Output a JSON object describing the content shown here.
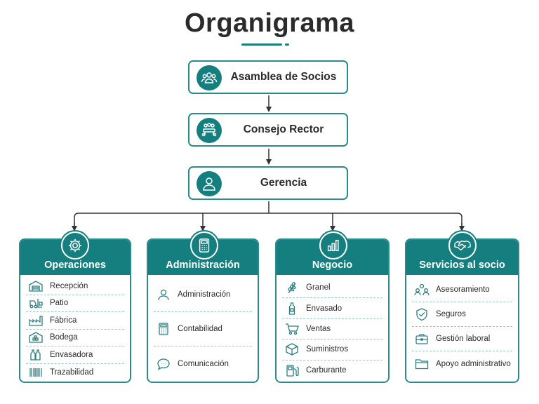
{
  "title": "Organigrama",
  "colors": {
    "accent": "#157f80",
    "border": "#2a8c8d",
    "text": "#2b2b2b"
  },
  "hierarchy": [
    {
      "label": "Asamblea de Socios",
      "icon": "people-group-icon"
    },
    {
      "label": "Consejo Rector",
      "icon": "meeting-table-icon"
    },
    {
      "label": "Gerencia",
      "icon": "person-icon"
    }
  ],
  "departments": [
    {
      "label": "Operaciones",
      "icon": "gear-icon",
      "items": [
        {
          "label": "Recepción",
          "icon": "warehouse-icon"
        },
        {
          "label": "Patio",
          "icon": "forklift-icon"
        },
        {
          "label": "Fábrica",
          "icon": "factory-icon"
        },
        {
          "label": "Bodega",
          "icon": "storage-icon"
        },
        {
          "label": "Envasadora",
          "icon": "bottles-icon"
        },
        {
          "label": "Trazabilidad",
          "icon": "barcode-icon"
        }
      ]
    },
    {
      "label": "Administración",
      "icon": "calculator-icon",
      "items": [
        {
          "label": "Administración",
          "icon": "user-icon"
        },
        {
          "label": "Contabilidad",
          "icon": "calculator-icon"
        },
        {
          "label": "Comunicación",
          "icon": "chat-bubble-icon"
        }
      ]
    },
    {
      "label": "Negocio",
      "icon": "bar-chart-icon",
      "items": [
        {
          "label": "Granel",
          "icon": "wheat-icon"
        },
        {
          "label": "Envasado",
          "icon": "bottle-icon"
        },
        {
          "label": "Ventas",
          "icon": "cart-icon"
        },
        {
          "label": "Suministros",
          "icon": "box-icon"
        },
        {
          "label": "Carburante",
          "icon": "fuel-pump-icon"
        }
      ]
    },
    {
      "label": "Servicios al socio",
      "icon": "handshake-icon",
      "items": [
        {
          "label": "Asesoramiento",
          "icon": "advisors-icon"
        },
        {
          "label": "Seguros",
          "icon": "shield-check-icon"
        },
        {
          "label": "Gestión laboral",
          "icon": "briefcase-icon"
        },
        {
          "label": "Apoyo administrativo",
          "icon": "folder-icon"
        }
      ]
    }
  ]
}
